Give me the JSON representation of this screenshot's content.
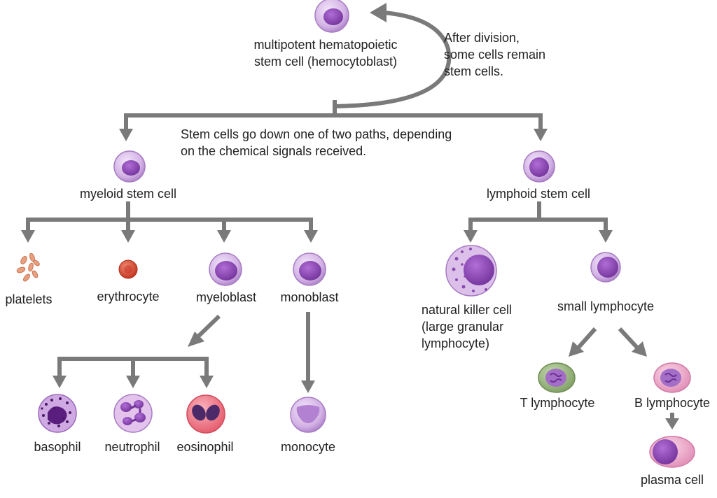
{
  "stem": {
    "label_line1": "multipotent hematopoietic",
    "label_line2": "stem cell (hemocytoblast)"
  },
  "self_renewal_note": "After division,\nsome cells remain\nstem cells.",
  "paths_note": "Stem cells go down one of two paths, depending\non the chemical signals received.",
  "myeloid": {
    "label": "myeloid stem cell",
    "children": {
      "platelets": "platelets",
      "erythrocyte": "erythrocyte",
      "myeloblast": "myeloblast",
      "monoblast": "monoblast"
    },
    "granulocytes": {
      "basophil": "basophil",
      "neutrophil": "neutrophil",
      "eosinophil": "eosinophil"
    },
    "monocyte": "monocyte"
  },
  "lymphoid": {
    "label": "lymphoid stem cell",
    "nk_cell": "natural killer cell\n(large granular\nlymphocyte)",
    "small_lymphocyte": "small lymphocyte",
    "t_lymphocyte": "T lymphocyte",
    "b_lymphocyte": "B lymphocyte",
    "plasma_cell": "plasma cell"
  },
  "colors": {
    "arrow": "#7a7a7a",
    "cell_purple": "#c8a3dc",
    "nucleus_purple": "#8f4ab8",
    "erythrocyte_red": "#d9462e",
    "platelet_salmon": "#e8a07e",
    "eosinophil_pink": "#ef6f7e",
    "t_cell_green": "#8fae74",
    "b_cell_pink": "#eaa6c7"
  }
}
